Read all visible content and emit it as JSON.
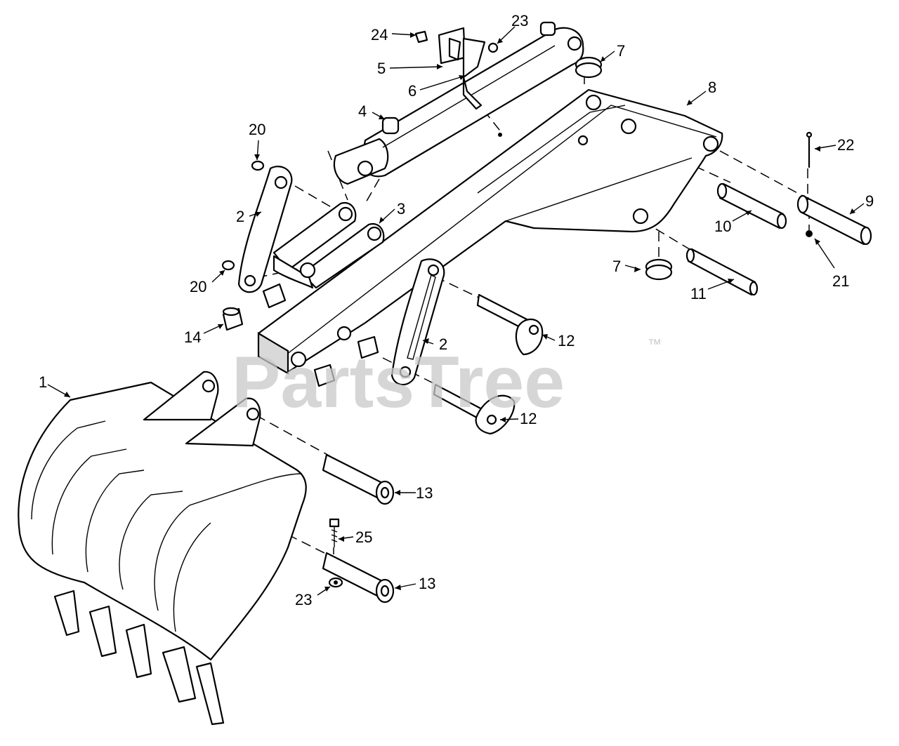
{
  "watermark": {
    "brand": "PartsTree",
    "trademark": "™"
  },
  "callouts": [
    {
      "id": "c1",
      "label": "1"
    },
    {
      "id": "c2a",
      "label": "2"
    },
    {
      "id": "c2b",
      "label": "2"
    },
    {
      "id": "c3",
      "label": "3"
    },
    {
      "id": "c4",
      "label": "4"
    },
    {
      "id": "c5",
      "label": "5"
    },
    {
      "id": "c6",
      "label": "6"
    },
    {
      "id": "c7a",
      "label": "7"
    },
    {
      "id": "c7b",
      "label": "7"
    },
    {
      "id": "c8",
      "label": "8"
    },
    {
      "id": "c9",
      "label": "9"
    },
    {
      "id": "c10",
      "label": "10"
    },
    {
      "id": "c11",
      "label": "11"
    },
    {
      "id": "c12a",
      "label": "12"
    },
    {
      "id": "c12b",
      "label": "12"
    },
    {
      "id": "c13a",
      "label": "13"
    },
    {
      "id": "c13b",
      "label": "13"
    },
    {
      "id": "c14",
      "label": "14"
    },
    {
      "id": "c20a",
      "label": "20"
    },
    {
      "id": "c20b",
      "label": "20"
    },
    {
      "id": "c21",
      "label": "21"
    },
    {
      "id": "c22",
      "label": "22"
    },
    {
      "id": "c23a",
      "label": "23"
    },
    {
      "id": "c23b",
      "label": "23"
    },
    {
      "id": "c24",
      "label": "24"
    },
    {
      "id": "c25",
      "label": "25"
    }
  ]
}
